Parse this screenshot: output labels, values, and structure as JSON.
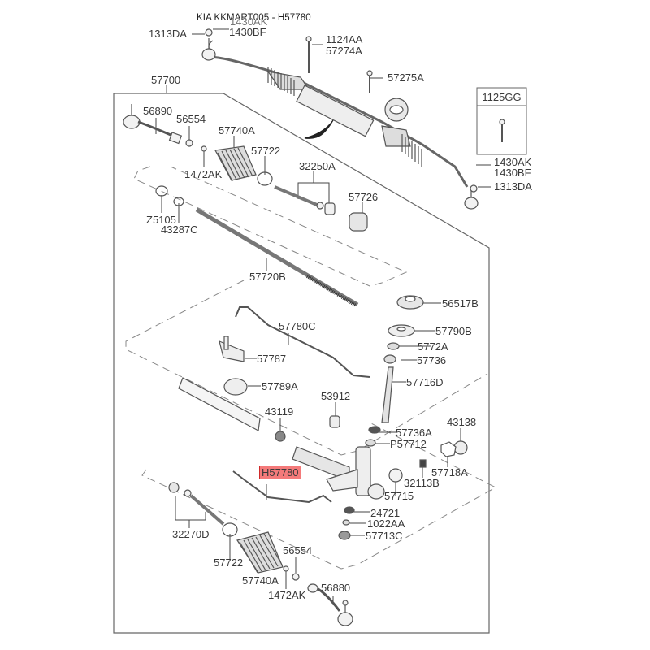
{
  "header": {
    "title": "KIA KKMART005 - H57780"
  },
  "diagram": {
    "assembly_label": "57700",
    "highlighted_part": "H57780",
    "highlight_color": "#f47a7a",
    "inset_box": {
      "label": "1125GG"
    },
    "labels": {
      "top_1313DA": "1313DA",
      "top_1430AK": "1430AK",
      "top_1430BF": "1430BF",
      "top_1124AA": "1124AA",
      "top_57274A": "57274A",
      "top_57275A": "57275A",
      "right_1430AK": "1430AK",
      "right_1430BF": "1430BF",
      "right_1313DA": "1313DA",
      "p56890": "56890",
      "p56554_top": "56554",
      "p57740A_top": "57740A",
      "p1472AK_top": "1472AK",
      "p57722_top": "57722",
      "p32250A": "32250A",
      "pZ5105": "Z5105",
      "p43287C": "43287C",
      "p57726": "57726",
      "p57720B": "57720B",
      "p56517B": "56517B",
      "p57790B": "57790B",
      "p57780C": "57780C",
      "p5772A": "5772A",
      "p57787": "57787",
      "p57736": "57736",
      "p57716D": "57716D",
      "p57789A": "57789A",
      "p53912": "53912",
      "p43119": "43119",
      "p43138": "43138",
      "p57736A": "57736A",
      "pP57712": "P57712",
      "p57718A": "57718A",
      "pH57780": "H57780",
      "p32113B": "32113B",
      "p57715": "57715",
      "p24721": "24721",
      "p1022AA": "1022AA",
      "p57713C": "57713C",
      "p32270D": "32270D",
      "p56554_bot": "56554",
      "p57722_bot": "57722",
      "p57740A_bot": "57740A",
      "p1472AK_bot": "1472AK",
      "p56880": "56880"
    }
  }
}
